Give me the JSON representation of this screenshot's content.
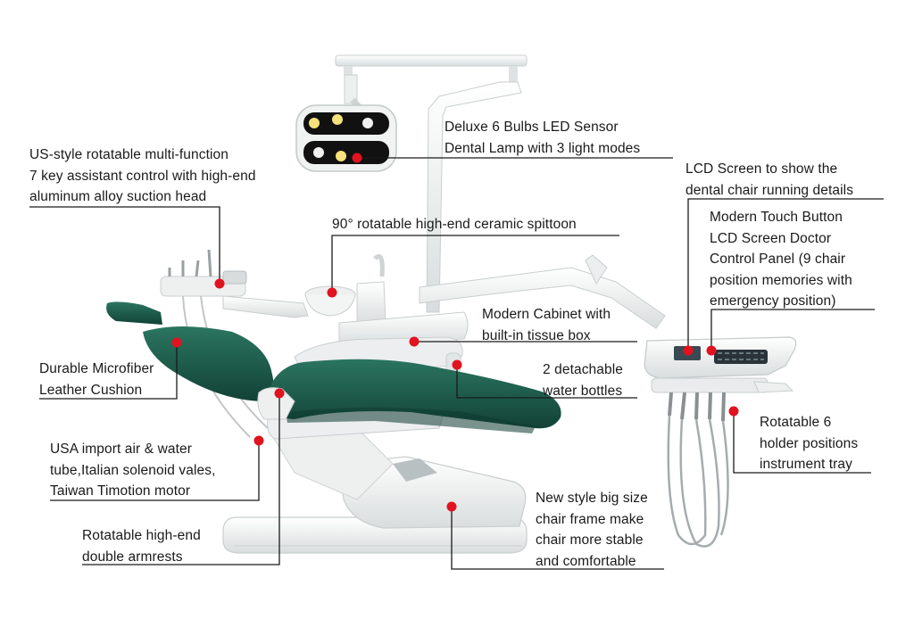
{
  "colors": {
    "seat_green": "#1d5c4a",
    "seat_green_dark": "#124236",
    "frame_white": "#f3f4f4",
    "frame_shadow": "#cfd3d4",
    "marker_red": "#e0131f",
    "leader_line": "#1a1a1a",
    "lamp_bulb_warm": "#f6e27a"
  },
  "callouts": {
    "lamp": [
      "Deluxe 6 Bulbs LED Sensor",
      "Dental Lamp with 3 light modes"
    ],
    "assistant": [
      "US-style rotatable multi-function",
      "7 key assistant control with high-end",
      "aluminum alloy suction head"
    ],
    "lcd": [
      "LCD Screen to show the",
      "dental chair running details"
    ],
    "spittoon": [
      "90° rotatable high-end ceramic spittoon"
    ],
    "control_panel": [
      "Modern Touch Button",
      "LCD Screen Doctor",
      "Control Panel (9 chair",
      "position memories with",
      "emergency position)"
    ],
    "cabinet": [
      "Modern Cabinet with",
      "built-in tissue box"
    ],
    "cushion": [
      "Durable Microfiber",
      "Leather Cushion"
    ],
    "bottles": [
      "2 detachable",
      "water bottles"
    ],
    "holders": [
      "Rotatable 6",
      "holder positions",
      "instrument tray"
    ],
    "tube": [
      "USA import air & water",
      "tube,Italian solenoid vales,",
      "Taiwan Timotion motor"
    ],
    "frame": [
      "New style big size",
      "chair frame make",
      "chair more stable",
      "and comfortable"
    ],
    "armrest": [
      "Rotatable high-end",
      "double armrests"
    ]
  }
}
